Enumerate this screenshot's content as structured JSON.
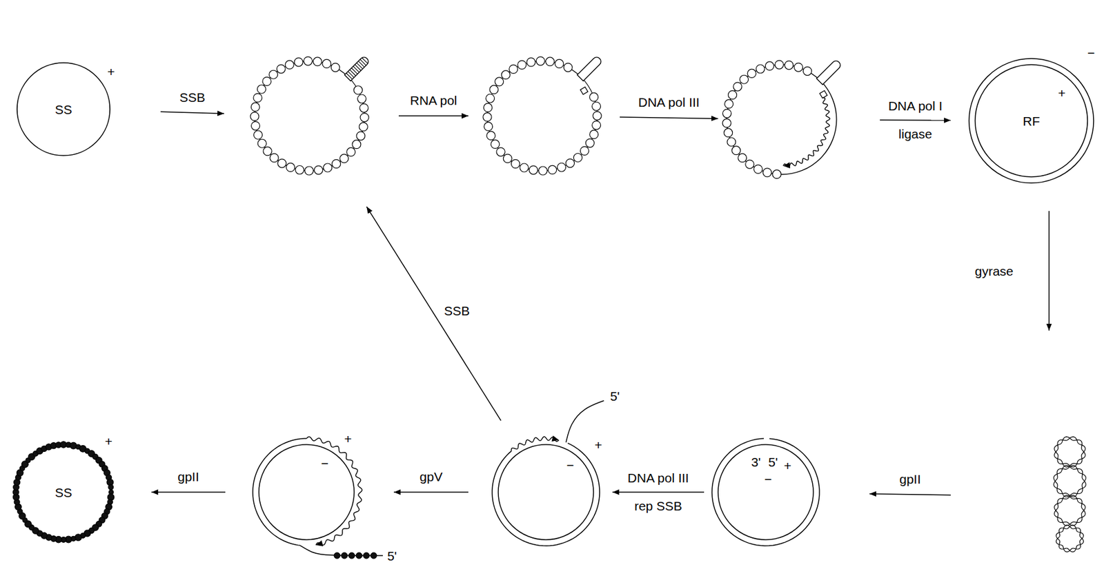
{
  "diagram": {
    "nodes": [
      {
        "text": [
          "SS",
          "+"
        ]
      },
      {
        "text": []
      },
      {
        "text": []
      },
      {
        "text": []
      },
      {
        "text": [
          "RF",
          "+",
          "−"
        ]
      },
      {
        "text": []
      },
      {
        "text": [
          "3'",
          "5'",
          "+",
          "−"
        ]
      },
      {
        "text": [
          "5'",
          "+",
          "−"
        ]
      },
      {
        "text": [
          "+",
          "−",
          "5'"
        ]
      },
      {
        "text": [
          "SS",
          "+"
        ]
      }
    ],
    "edges": [
      {
        "from": 0,
        "to": 1,
        "arrow": "to",
        "label": "SSB"
      },
      {
        "from": 1,
        "to": 2,
        "arrow": "to",
        "label": "RNA pol"
      },
      {
        "from": 2,
        "to": 3,
        "arrow": "to",
        "label": "DNA pol III"
      },
      {
        "from": 3,
        "to": 4,
        "arrow": "to",
        "label": "DNA pol I ligase"
      },
      {
        "from": 4,
        "to": 5,
        "arrow": "to",
        "label": "gyrase"
      },
      {
        "from": 5,
        "to": 6,
        "arrow": "to",
        "label": "gpII"
      },
      {
        "from": 6,
        "to": 7,
        "arrow": "to",
        "label": "DNA pol III rep SSB"
      },
      {
        "from": 7,
        "to": 1,
        "arrow": "to",
        "label": "SSB"
      },
      {
        "from": 7,
        "to": 8,
        "arrow": "to",
        "label": "gpV"
      },
      {
        "from": 8,
        "to": 9,
        "arrow": "to",
        "label": "gpII"
      }
    ]
  }
}
